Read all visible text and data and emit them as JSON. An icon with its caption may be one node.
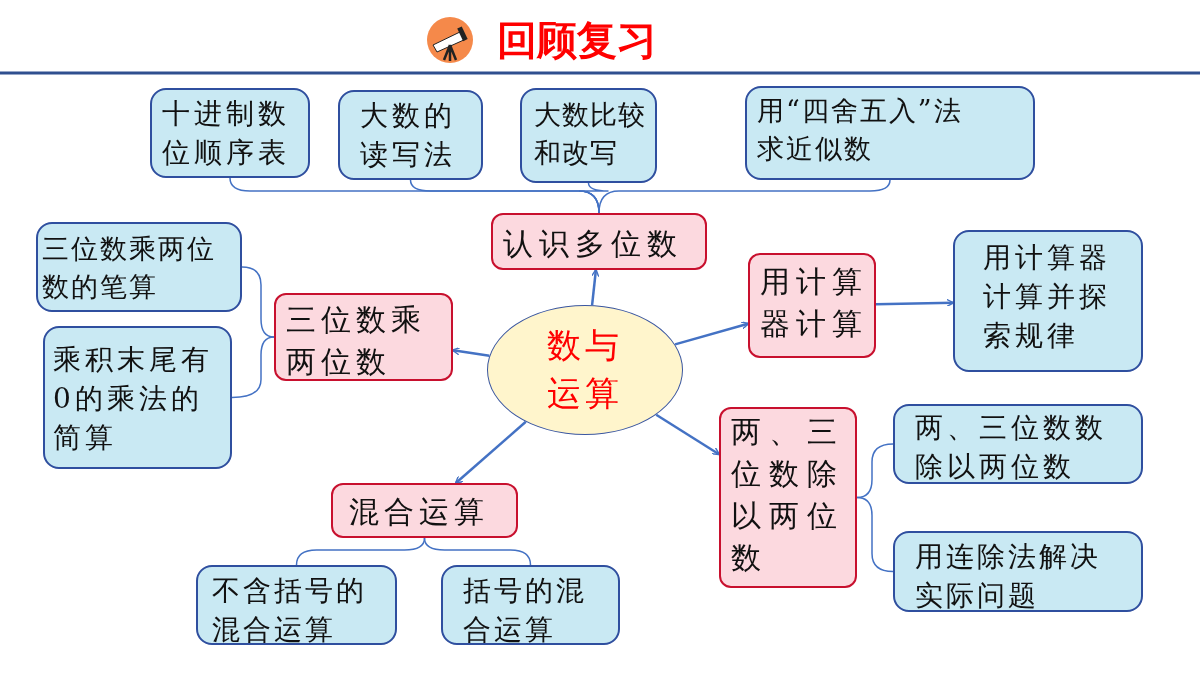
{
  "diagram": {
    "title": "回顾复习",
    "nodes": [
      {
        "text": [
          "数与运算"
        ]
      },
      {
        "text": [
          "认识多位数"
        ]
      },
      {
        "text": [
          "十进制数位顺序表"
        ]
      },
      {
        "text": [
          "大数的读写法"
        ]
      },
      {
        "text": [
          "大数比较和改写"
        ]
      },
      {
        "text": [
          "用“四舍五入”法求近似数"
        ]
      },
      {
        "text": [
          "三位数乘两位数"
        ]
      },
      {
        "text": [
          "三位数乘两位数的笔算"
        ]
      },
      {
        "text": [
          "乘积末尾有0的乘法的简算"
        ]
      },
      {
        "text": [
          "用计算器计算"
        ]
      },
      {
        "text": [
          "用计算器计算并探索规律"
        ]
      },
      {
        "text": [
          "两、三位数除以两位数"
        ]
      },
      {
        "text": [
          "两、三位数数除以两位数"
        ]
      },
      {
        "text": [
          "用连除法解决实际问题"
        ]
      },
      {
        "text": [
          "混合运算"
        ]
      },
      {
        "text": [
          "不含括号的混合运算"
        ]
      },
      {
        "text": [
          "括号的混合运算"
        ]
      }
    ],
    "edges": [
      {
        "from": 0,
        "to": 1,
        "arrow": "to"
      },
      {
        "from": 0,
        "to": 6,
        "arrow": "to"
      },
      {
        "from": 0,
        "to": 9,
        "arrow": "to"
      },
      {
        "from": 0,
        "to": 11,
        "arrow": "to"
      },
      {
        "from": 0,
        "to": 14,
        "arrow": "to"
      },
      {
        "from": 9,
        "to": 10,
        "arrow": "to"
      },
      {
        "from": 1,
        "to": 2,
        "arrow": "none"
      },
      {
        "from": 1,
        "to": 3,
        "arrow": "none"
      },
      {
        "from": 1,
        "to": 4,
        "arrow": "none"
      },
      {
        "from": 1,
        "to": 5,
        "arrow": "none"
      },
      {
        "from": 6,
        "to": 7,
        "arrow": "none"
      },
      {
        "from": 6,
        "to": 8,
        "arrow": "none"
      },
      {
        "from": 11,
        "to": 12,
        "arrow": "none"
      },
      {
        "from": 11,
        "to": 13,
        "arrow": "none"
      },
      {
        "from": 14,
        "to": 15,
        "arrow": "none"
      },
      {
        "from": 14,
        "to": 16,
        "arrow": "none"
      }
    ]
  }
}
